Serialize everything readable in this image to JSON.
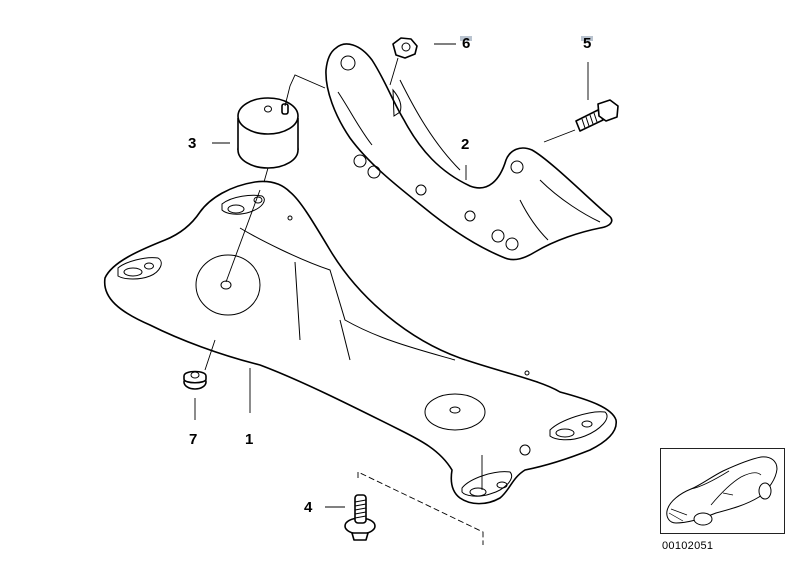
{
  "diagram": {
    "type": "exploded-parts-diagram",
    "subject": "Transmission crossmember / gearbox suspension assembly",
    "callouts": [
      {
        "number": "1",
        "part": "crossmember",
        "highlighted": false
      },
      {
        "number": "2",
        "part": "gearbox-support-bracket",
        "highlighted": false
      },
      {
        "number": "3",
        "part": "rubber-mount",
        "highlighted": false
      },
      {
        "number": "4",
        "part": "collar-screw",
        "highlighted": false
      },
      {
        "number": "5",
        "part": "hex-bolt",
        "highlighted": true
      },
      {
        "number": "6",
        "part": "self-locking-collar-nut",
        "highlighted": true
      },
      {
        "number": "7",
        "part": "collar-nut",
        "highlighted": false
      }
    ],
    "thumbnail": {
      "subject": "vehicle-overview-sedan",
      "reference_id": "00102051"
    }
  }
}
